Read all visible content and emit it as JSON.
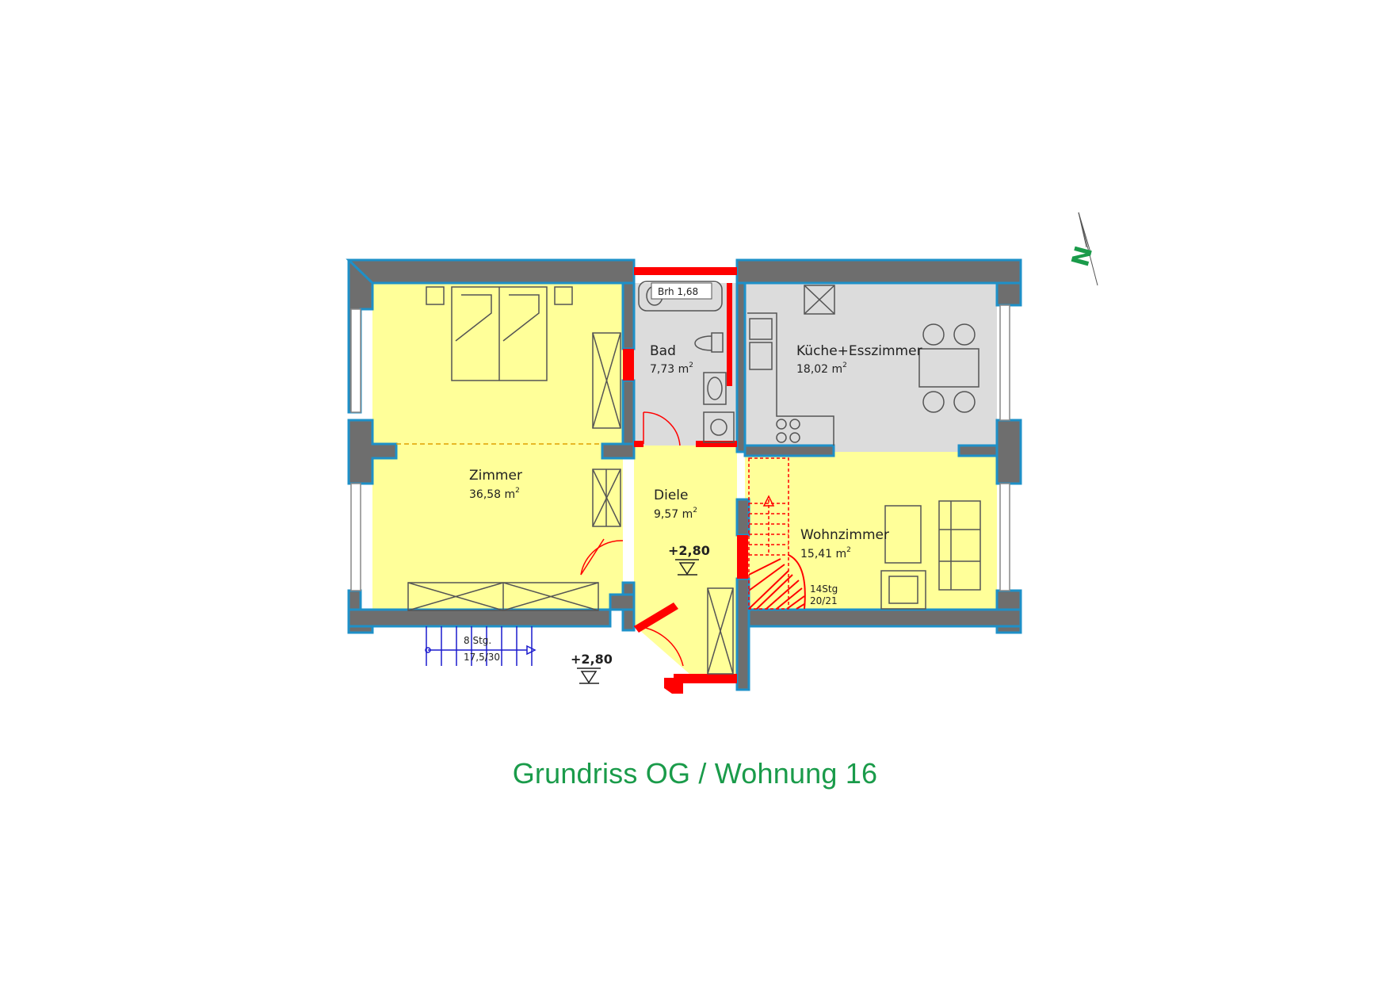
{
  "title": "Grundriss OG / Wohnung 16",
  "north_label": "N",
  "rooms": {
    "zimmer": {
      "name": "Zimmer",
      "area": "36,58 m",
      "unit_sup": "2"
    },
    "bad": {
      "name": "Bad",
      "area": "7,73 m",
      "unit_sup": "2"
    },
    "kueche": {
      "name": "Küche+Esszimmer",
      "area": "18,02 m",
      "unit_sup": "2"
    },
    "diele": {
      "name": "Diele",
      "area": "9,57 m",
      "unit_sup": "2"
    },
    "wohn": {
      "name": "Wohnzimmer",
      "area": "15,41 m",
      "unit_sup": "2"
    }
  },
  "labels": {
    "brh": "Brh 1,68",
    "level_inside": "+2,80",
    "level_outside": "+2,80",
    "stairs_inside_count": "14Stg",
    "stairs_inside_ratio": "20/21",
    "stairs_outside_count": "8 Stg.",
    "stairs_outside_ratio": "17,5/30"
  },
  "colors": {
    "wall": "#6e6e6e",
    "wall_outline": "#1e90c8",
    "new_wall": "#ff0000",
    "room_yellow": "#ffff99",
    "room_grey": "#dcdcdc",
    "title_green": "#1a9b4a",
    "stairs_blue": "#1a1acd"
  }
}
